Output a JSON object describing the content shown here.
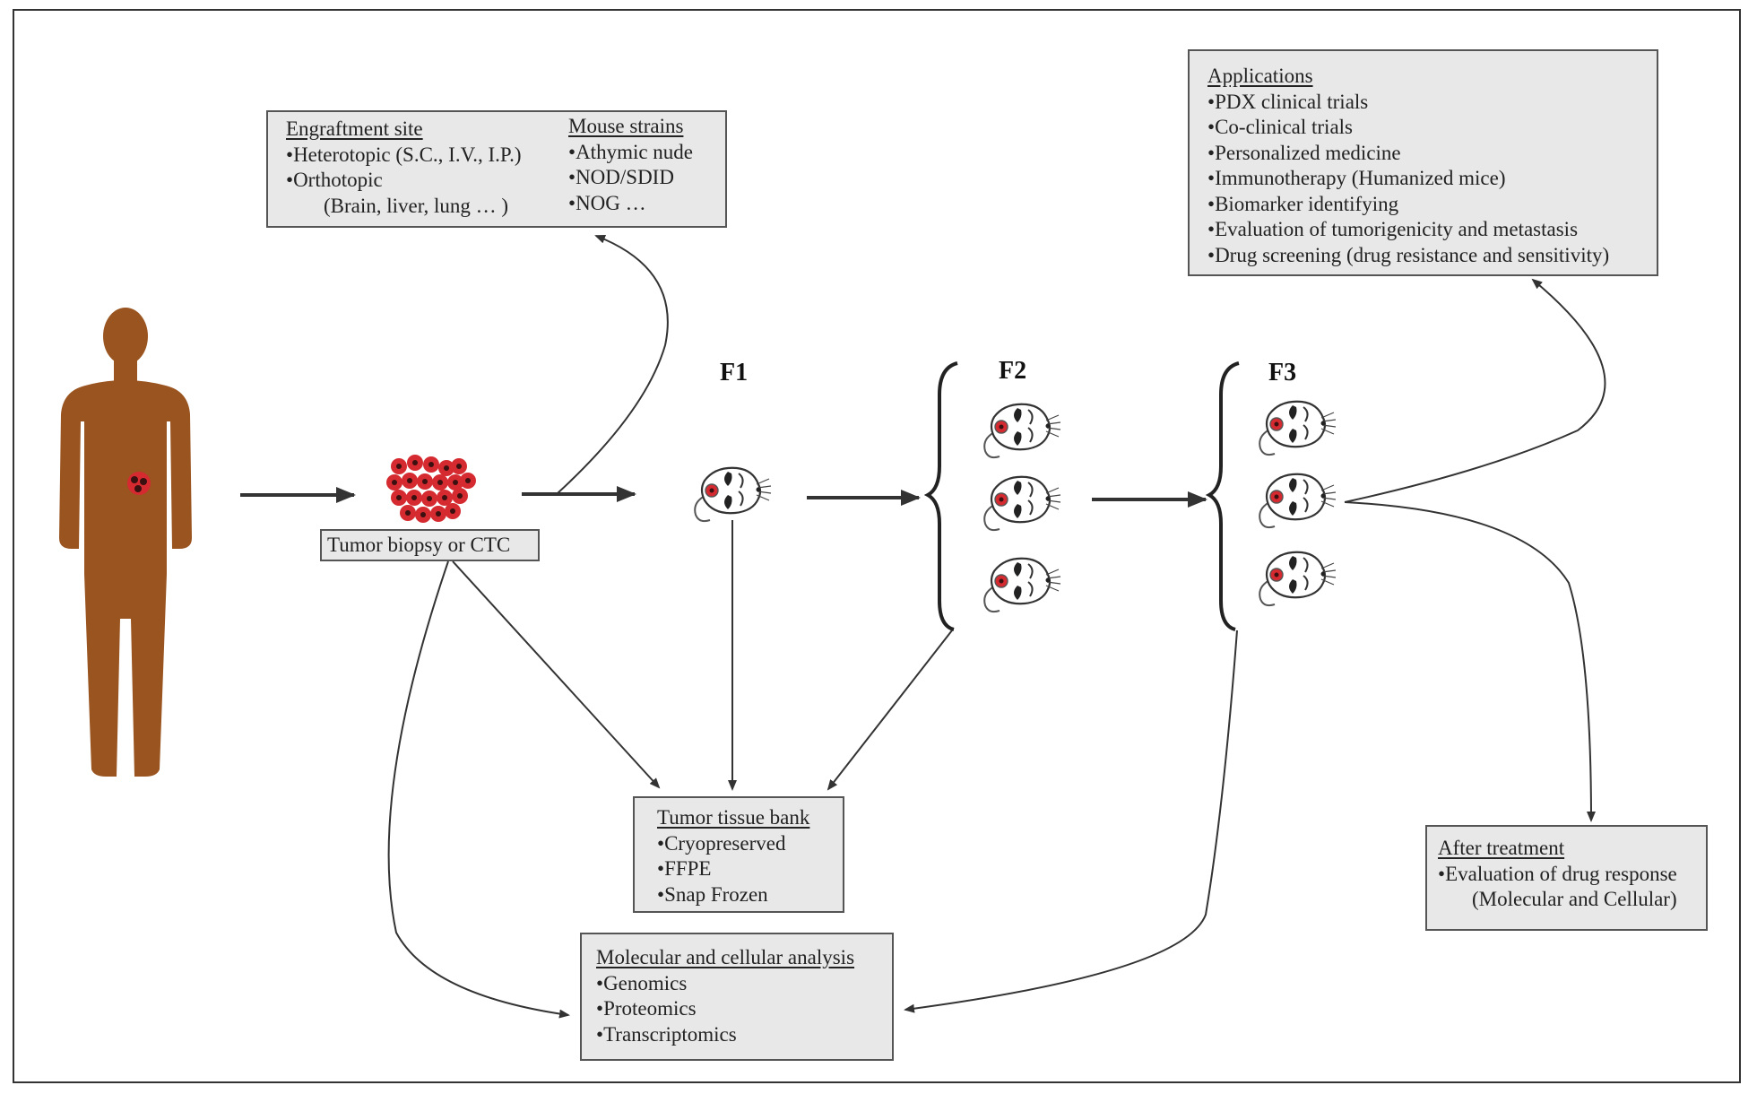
{
  "engraftment": {
    "title": "Engraftment site",
    "items": [
      "Heterotopic (S.C., I.V., I.P.)",
      "Orthotopic"
    ],
    "sub": "(Brain, liver, lung … )"
  },
  "strains": {
    "title": "Mouse strains",
    "items": [
      "Athymic nude",
      "NOD/SDID",
      "NOG …"
    ]
  },
  "applications": {
    "title": "Applications",
    "items": [
      "PDX clinical trials",
      "Co-clinical trials",
      "Personalized medicine",
      "Immunotherapy (Humanized mice)",
      "Biomarker identifying",
      "Evaluation of tumorigenicity and metastasis",
      "Drug screening (drug resistance and sensitivity)"
    ]
  },
  "tumor_label": "Tumor biopsy or CTC",
  "generations": [
    "F1",
    "F2",
    "F3"
  ],
  "tissue_bank": {
    "title": "Tumor tissue bank",
    "items": [
      "Cryopreserved",
      "FFPE",
      "Snap Frozen"
    ]
  },
  "analysis": {
    "title": "Molecular and cellular analysis",
    "items": [
      "Genomics",
      "Proteomics",
      "Transcriptomics"
    ]
  },
  "after_treatment": {
    "title": "After treatment",
    "items": [
      "Evaluation of drug response"
    ],
    "sub": "(Molecular and Cellular)"
  },
  "colors": {
    "human": "#9a5420",
    "tumor": "#d42a30",
    "tumor_core": "#3a1010",
    "box_fill": "#e8e8e8",
    "box_border": "#555555",
    "arrow": "#333333"
  }
}
